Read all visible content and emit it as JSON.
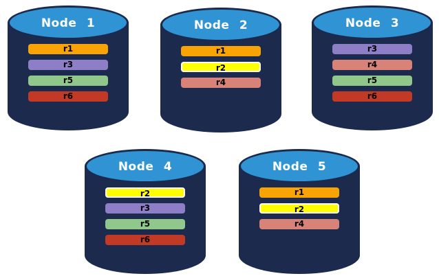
{
  "nodes": [
    {
      "label": "Node 1",
      "replicas": [
        "r1",
        "r3",
        "r5",
        "r6"
      ]
    },
    {
      "label": "Node 2",
      "replicas": [
        "r1",
        "r2",
        "r4"
      ]
    },
    {
      "label": "Node 3",
      "replicas": [
        "r3",
        "r4",
        "r5",
        "r6"
      ]
    },
    {
      "label": "Node 4",
      "replicas": [
        "r2",
        "r3",
        "r5",
        "r6"
      ]
    },
    {
      "label": "Node 5",
      "replicas": [
        "r1",
        "r2",
        "r4"
      ]
    }
  ],
  "colors": {
    "background": "#FFFFFF",
    "cylinder_body": "#1C2B4D",
    "cylinder_top_fill": "#3094D4",
    "cylinder_outline": "#1B2A4C",
    "title_text": "#FFFFFF",
    "bar_text": "#000000",
    "replicas": {
      "r1": {
        "fill": "#FAA305"
      },
      "r2": {
        "fill": "#FFFF00",
        "border": "#FFFFFF"
      },
      "r3": {
        "fill": "#8E7EC8"
      },
      "r4": {
        "fill": "#D88278"
      },
      "r5": {
        "fill": "#90C78A"
      },
      "r6": {
        "fill": "#C23A26"
      }
    }
  }
}
